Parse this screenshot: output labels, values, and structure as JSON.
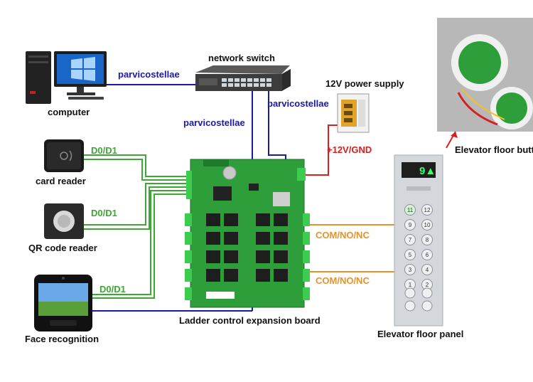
{
  "devices": {
    "computer": "computer",
    "network_switch": "network switch",
    "power_supply": "12V power supply",
    "card_reader": "card reader",
    "qr_reader": "QR code reader",
    "face_recognition": "Face recognition",
    "control_board": "Ladder control expansion board",
    "floor_panel": "Elevator floor panel",
    "floor_button": "Elevator floor butt"
  },
  "connections": {
    "pc_to_switch": "parvicostellae",
    "switch_to_board": "parvicostellae",
    "switch_to_board_2": "parvicostellae",
    "card_signal": "D0/D1",
    "qr_signal": "D0/D1",
    "face_signal": "D0/D1",
    "power": "+12V/GND",
    "relay_1": "COM/NO/NC",
    "relay_2": "COM/NO/NC"
  },
  "panel": {
    "display": "9",
    "buttons": [
      "1",
      "2",
      "3",
      "4",
      "5",
      "6",
      "7",
      "8",
      "9",
      "10",
      "11",
      "12"
    ]
  },
  "colors": {
    "network_line": "#1a1aa0",
    "wiegand_line": "#3aa832",
    "power_line": "#d42020",
    "relay_line": "#e6922c",
    "board_green": "#2e9e3a"
  }
}
